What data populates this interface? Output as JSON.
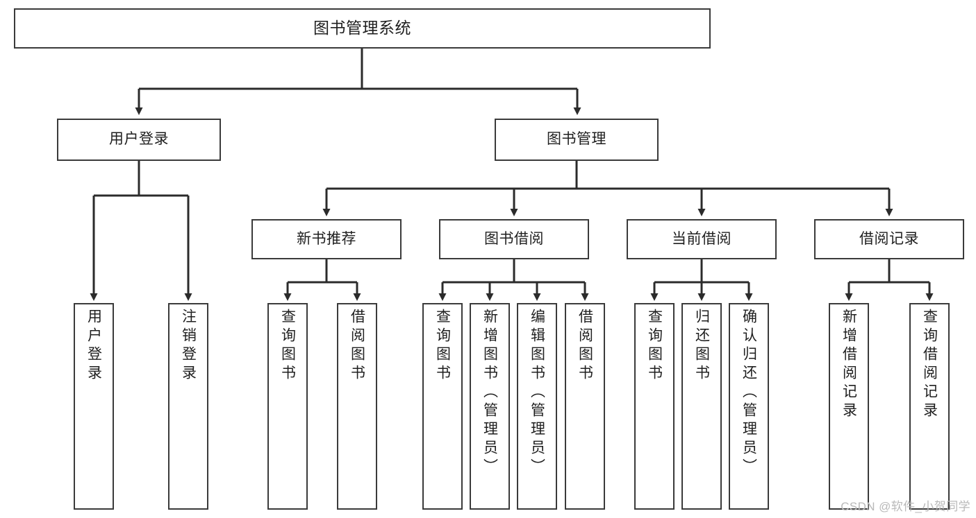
{
  "diagram": {
    "title": "图书管理系统",
    "root": {
      "id": "root",
      "label": "图书管理系统"
    },
    "tier2": [
      {
        "id": "user-login",
        "label": "用户登录"
      },
      {
        "id": "book-manage",
        "label": "图书管理"
      }
    ],
    "tier3": [
      {
        "id": "new-book-rec",
        "label": "新书推荐"
      },
      {
        "id": "book-borrow",
        "label": "图书借阅"
      },
      {
        "id": "current-borrow",
        "label": "当前借阅"
      },
      {
        "id": "borrow-record",
        "label": "借阅记录"
      }
    ],
    "leaves": [
      {
        "id": "leaf-user-login",
        "label": "用户登录",
        "parent": "user-login"
      },
      {
        "id": "leaf-user-logout",
        "label": "注销登录",
        "parent": "user-login"
      },
      {
        "id": "leaf-query-book-1",
        "label": "查询图书",
        "parent": "new-book-rec"
      },
      {
        "id": "leaf-borrow-book-1",
        "label": "借阅图书",
        "parent": "new-book-rec"
      },
      {
        "id": "leaf-query-book-2",
        "label": "查询图书",
        "parent": "book-borrow"
      },
      {
        "id": "leaf-add-book",
        "label": "新增图书（管理员）",
        "parent": "book-borrow"
      },
      {
        "id": "leaf-edit-book",
        "label": "编辑图书（管理员）",
        "parent": "book-borrow"
      },
      {
        "id": "leaf-borrow-book-2",
        "label": "借阅图书",
        "parent": "book-borrow"
      },
      {
        "id": "leaf-query-book-3",
        "label": "查询图书",
        "parent": "current-borrow"
      },
      {
        "id": "leaf-return-book",
        "label": "归还图书",
        "parent": "current-borrow"
      },
      {
        "id": "leaf-confirm-return",
        "label": "确认归还（管理员）",
        "parent": "current-borrow"
      },
      {
        "id": "leaf-add-record",
        "label": "新增借阅记录",
        "parent": "borrow-record"
      },
      {
        "id": "leaf-query-record",
        "label": "查询借阅记录",
        "parent": "borrow-record"
      }
    ],
    "colors": {
      "box_border": "#3a3a3a",
      "box_fill": "#ffffff",
      "connector": "#2b2b2b",
      "text": "#1f1f1f",
      "watermark": "#b9b9b9",
      "background": "#ffffff"
    }
  },
  "watermark": {
    "text": "CSDN @软件_小贺同学"
  }
}
